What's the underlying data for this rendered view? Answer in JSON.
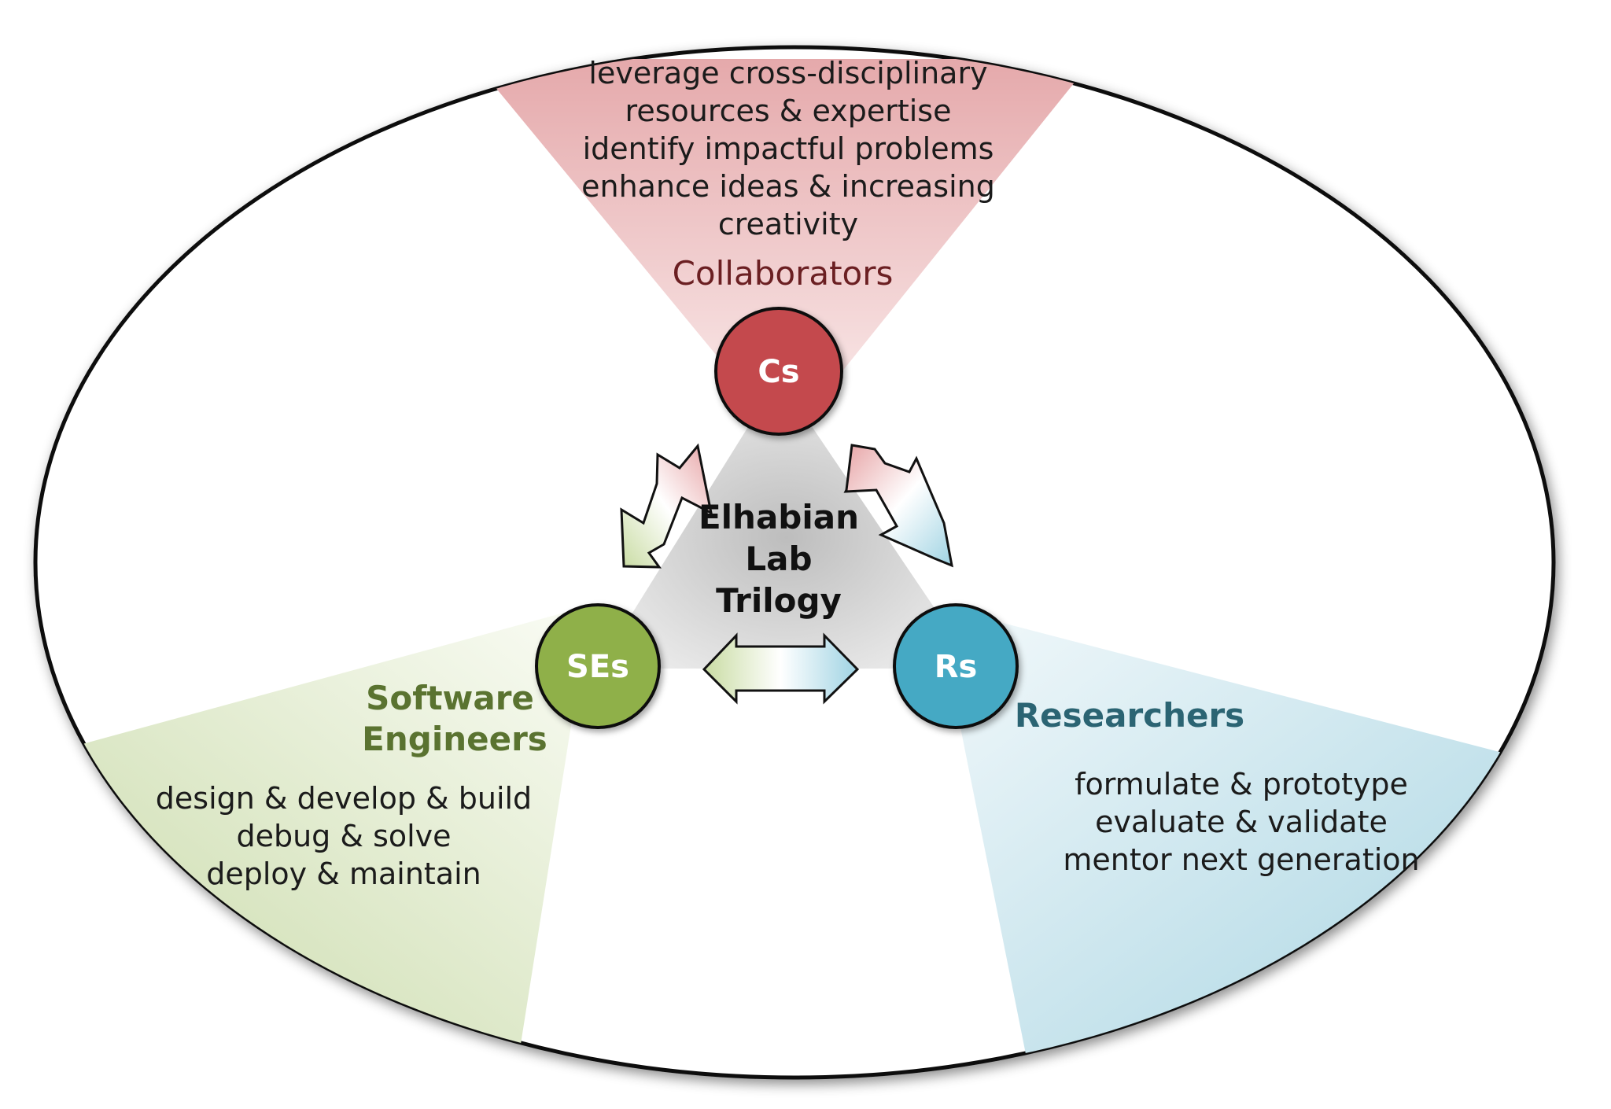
{
  "center": {
    "lines": [
      "Elhabian",
      "Lab",
      "Trilogy"
    ]
  },
  "collaborators": {
    "abbr": "Cs",
    "title": "Collaborators",
    "items": [
      "leverage cross-disciplinary",
      "resources & expertise",
      "identify impactful problems",
      "enhance ideas & increasing",
      "creativity"
    ]
  },
  "software_engineers": {
    "abbr": "SEs",
    "title_lines": [
      "Software",
      "Engineers"
    ],
    "items": [
      "design & develop & build",
      "debug & solve",
      "deploy & maintain"
    ]
  },
  "researchers": {
    "abbr": "Rs",
    "title": "Researchers",
    "items": [
      "formulate & prototype",
      "evaluate & validate",
      "mentor next generation"
    ]
  },
  "colors": {
    "collaborators": "#c44a4d",
    "collaborators_title": "#6b1f22",
    "software_engineers": "#8fb04a",
    "software_engineers_title": "#5a7330",
    "researchers": "#44a9c4",
    "researchers_title": "#2b6473"
  },
  "icons": {
    "arrow_cs_ses": "double-arrow-icon",
    "arrow_cs_rs": "double-arrow-icon",
    "arrow_ses_rs": "double-arrow-icon"
  }
}
